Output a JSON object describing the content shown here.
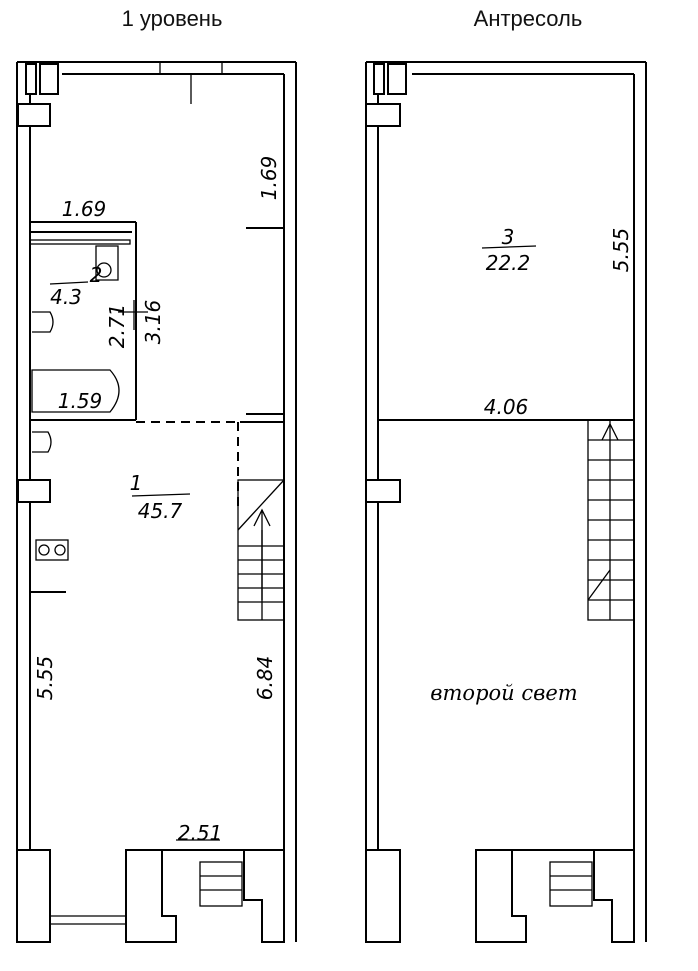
{
  "titles": {
    "left": "1 уровень",
    "right": "Антресоль"
  },
  "rooms": {
    "r1": {
      "number": "1",
      "area": "45.7"
    },
    "r2": {
      "number": "2",
      "area": "4.3"
    },
    "r3": {
      "number": "3",
      "area": "22.2"
    }
  },
  "dimensions": {
    "left": {
      "top_right_vertical": "1.69",
      "bathroom_top_width": "1.69",
      "bathroom_height_a": "2.71",
      "bathroom_height_b": "3.16",
      "bath_width": "1.59",
      "left_vertical": "5.55",
      "right_vertical": "6.84",
      "bottom_width": "2.51"
    },
    "right": {
      "upper_vertical": "5.55",
      "width": "4.06"
    }
  },
  "notes": {
    "second_light": "второй свет"
  }
}
